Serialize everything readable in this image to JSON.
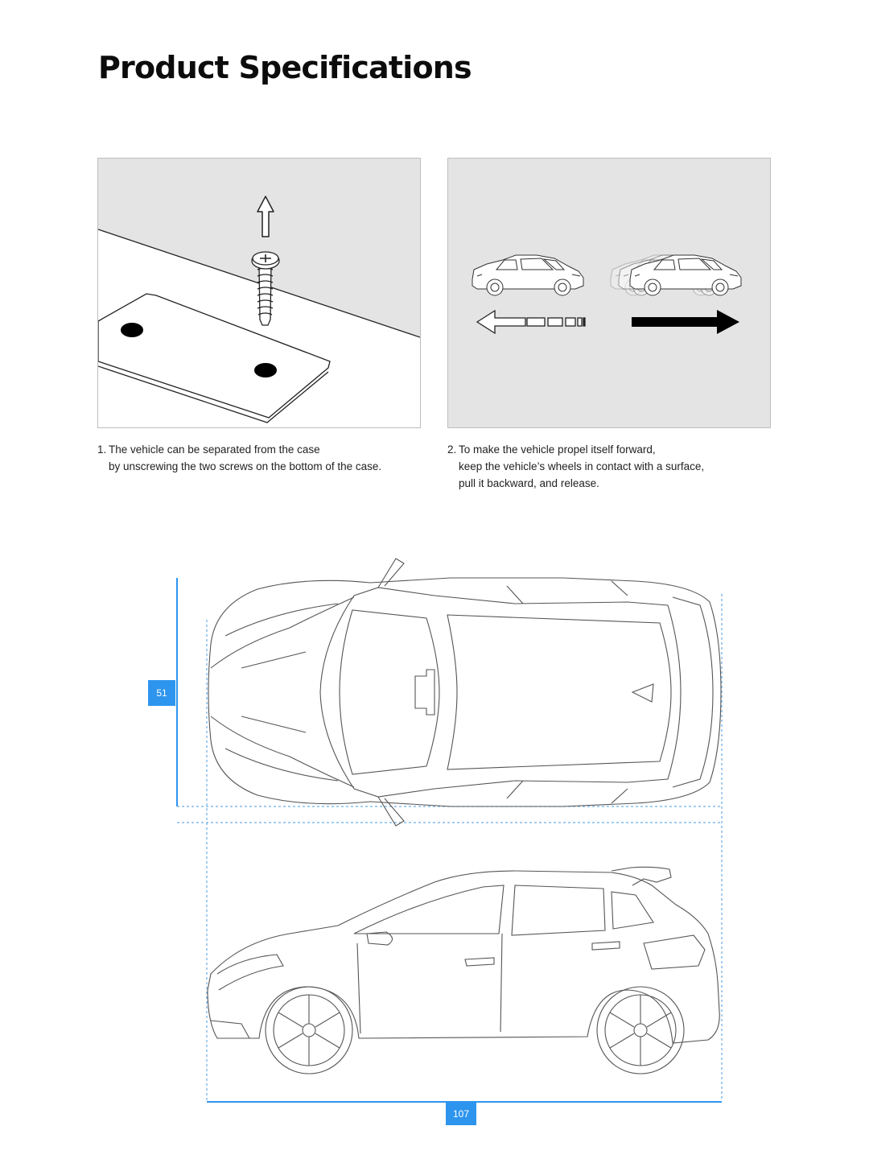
{
  "page": {
    "title": "Product Specifications"
  },
  "steps": [
    {
      "number": "1.",
      "lines": [
        "The vehicle can be separated from the case",
        "by unscrewing the two screws on the bottom of the case."
      ],
      "icons": [
        "arrow-up-icon",
        "screw-icon",
        "base-plate-icon"
      ]
    },
    {
      "number": "2.",
      "lines": [
        "To make the vehicle propel itself forward,",
        "keep the vehicle’s wheels in contact with a surface,",
        "pull it backward, and release."
      ],
      "icons": [
        "car-icon",
        "arrow-left-icon",
        "arrow-right-icon"
      ]
    }
  ],
  "dimensions": {
    "height": "51",
    "length": "107"
  },
  "colors": {
    "accent": "#2e95ee",
    "panel_bg": "#e4e4e4",
    "ink": "#111111"
  }
}
